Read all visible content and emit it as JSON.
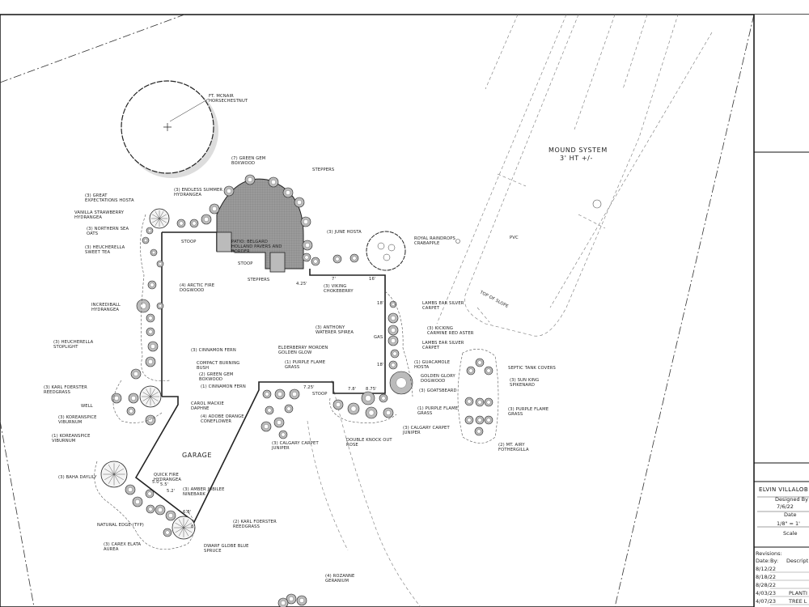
{
  "plant_labels": [
    "FT. MCNAIR HORSECHESTNUT",
    "(7) GREEN GEM BOXWOOD",
    "STEPPERS",
    "(3) GREAT EXPECTATIONS HOSTA",
    "(3) ENDLESS SUMMER HYDRANGEA",
    "VANILLA STRAWBERRY HYDRANGEA",
    "(3) NORTHERN SEA OATS",
    "(3) HEUCHERELLA SWEET TEA",
    "PATIO: BELGARD HOLLAND PAVERS AND BORDER",
    "STOOP",
    "STOOP",
    "STEPPERS",
    "(3) JUNE HOSTA",
    "ROYAL RAINDROPS CRABAPPLE",
    "(3) VIKING CHOKEBERRY",
    "(4) ARCTIC FIRE DOGWOOD",
    "INCREDIBALL HYDRANGEA",
    "LAMBS EAR SILVER CARPET",
    "(3) ANTHONY WATERER SPIREA",
    "(3) KICKING CARMINE RED ASTER",
    "LAMBS EAR SILVER CARPET",
    "(3) HEUCHERELLA STOPLIGHT",
    "(3) CINNAMON FERN",
    "ELDERBERRY MORDEN GOLDEN GLOW",
    "(1) GUACAMOLE HOSTA",
    "COMPACT BURNING BUSH",
    "(1) PURPLE FLAME GRASS",
    "GOLDEN GLORY DOGWOOD",
    "(2) GREEN GEM BOXWOOD",
    "(1) CINNAMON FERN",
    "(3) GOATSBEARD",
    "(3) KARL FOERSTER REEDGRASS",
    "WELL",
    "CAROL MACKIE DAPHNE",
    "(1) PURPLE FLAME GRASS",
    "(3) KOREANSPICE VIBURNUM",
    "(4) ADOBE ORANGE CONEFLOWER",
    "(3) CALGARY CARPET JUNIPER",
    "(1) KOREANSPICE VIBURNUM",
    "(3) CALGARY CARPET JUNIPER",
    "DOUBLE KNOCK OUT ROSE",
    "SEPTIC TANK COVERS",
    "(3) SUN KING SPIKENARD",
    "(3) PURPLE FLAME GRASS",
    "(2) MT. AIRY FOTHERGILLA",
    "QUICK FIRE HYDRANGEA",
    "(3) BAHA DAYLILY",
    "(3) AMBER JUBILEE NINEBARK",
    "NATURAL EDGE (TYP)",
    "(2) KARL FOERSTER REEDGRASS",
    "(3) CAREX ELATA AUREA",
    "DWARF GLOBE BLUE SPRUCE",
    "(4) ROZANNE GERANIUM"
  ],
  "site_labels": {
    "garage": "GARAGE",
    "mound": "MOUND SYSTEM",
    "mound_height": "3' HT +/-",
    "pvc": "PVC",
    "top_of_slope": "TOP OF SLOPE",
    "gas": "GAS",
    "stoop_front": "STOOP"
  },
  "dimensions": [
    "4.25'",
    "7'",
    "16'",
    "18'",
    "18'",
    "7.25'",
    "7.8'",
    "8.75'",
    "5.0'",
    "5.2'",
    "5.5'",
    "6.8'",
    "8'"
  ],
  "title_block": {
    "designer": "ELVIN VILLALOB",
    "designed_by_label": "Designed By",
    "date": "7/6/22",
    "date_label": "Date",
    "scale": "1/8\" = 1'",
    "scale_label": "Scale",
    "revisions_label": "Revisions:",
    "col_date": "Date:",
    "col_by": "By:",
    "col_desc": "Descript",
    "revisions": [
      {
        "date": "8/12/22",
        "desc": ""
      },
      {
        "date": "8/18/22",
        "desc": ""
      },
      {
        "date": "8/28/22",
        "desc": ""
      },
      {
        "date": "4/03/23",
        "desc": "PLANTI"
      },
      {
        "date": "4/07/23",
        "desc": "TREE L"
      }
    ]
  },
  "colors": {
    "ink": "#222222",
    "paver": "#8c8c8c",
    "shade": "#d6d6d6",
    "plant_fill": "#aaaaaa"
  }
}
